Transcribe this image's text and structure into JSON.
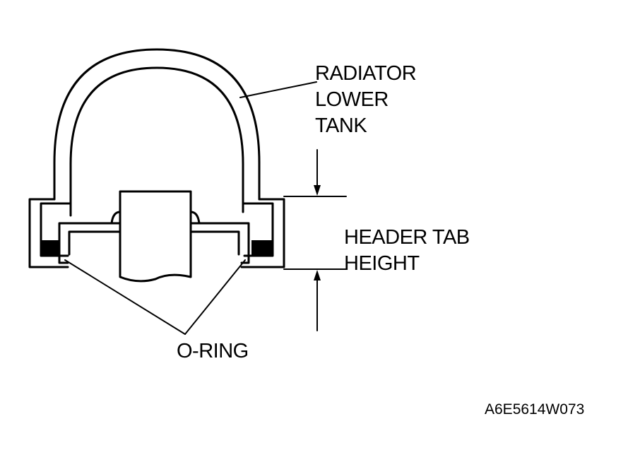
{
  "labels": {
    "radiator_lower_tank": [
      "RADIATOR",
      "LOWER",
      "TANK"
    ],
    "header_tab_height": [
      "HEADER TAB",
      "HEIGHT"
    ],
    "o_ring": "O-RING"
  },
  "figure_code": "A6E5614W073",
  "colors": {
    "ink": "#000000",
    "background": "#ffffff"
  }
}
